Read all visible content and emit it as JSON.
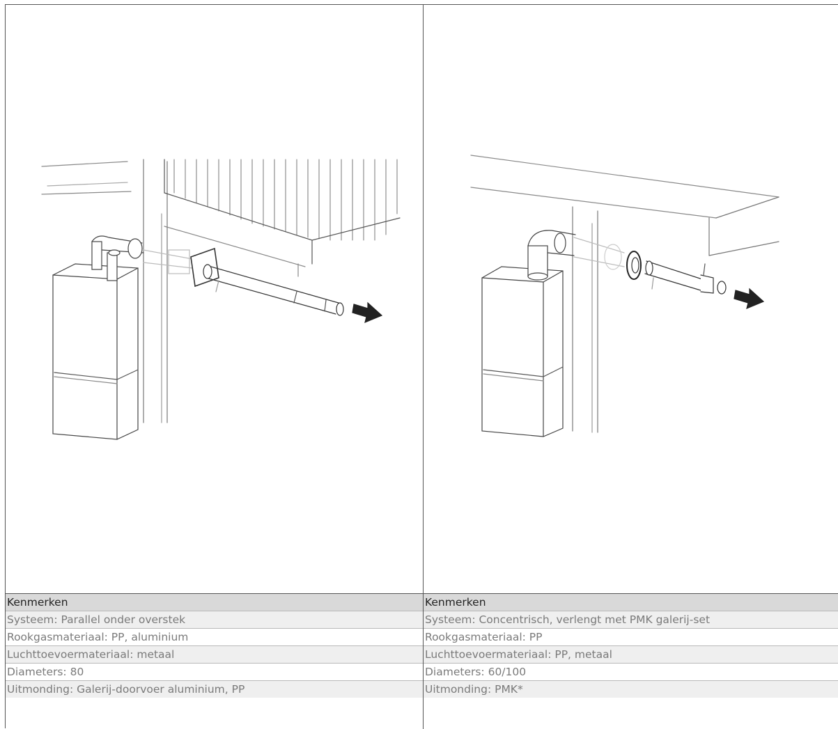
{
  "panels": [
    {
      "figure": "parallel-flue-illustration",
      "header": "Kenmerken",
      "rows": [
        "Systeem: Parallel onder overstek",
        "Rookgasmateriaal: PP, aluminium",
        "Luchttoevoermateriaal: metaal",
        "Diameters: 80",
        "Uitmonding: Galerij-doorvoer aluminium, PP"
      ]
    },
    {
      "figure": "concentric-flue-illustration",
      "header": "Kenmerken",
      "rows": [
        "Systeem: Concentrisch, verlengt met PMK galerij-set",
        "Rookgasmateriaal: PP",
        "Luchttoevoermateriaal: PP, metaal",
        "Diameters: 60/100",
        "Uitmonding: PMK*"
      ]
    }
  ]
}
